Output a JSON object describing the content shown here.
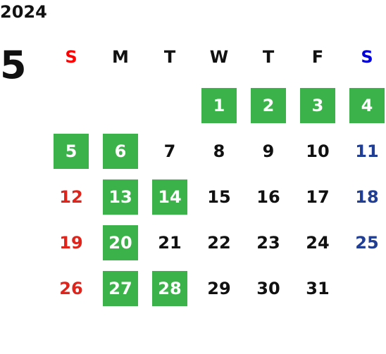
{
  "calendar": {
    "year": "2024",
    "month": "5",
    "weekdays": [
      "S",
      "M",
      "T",
      "W",
      "T",
      "F",
      "S"
    ],
    "days": [
      {
        "text": "1"
      },
      {
        "text": "2"
      },
      {
        "text": "3"
      },
      {
        "text": "4"
      },
      {
        "text": "5"
      },
      {
        "text": "6"
      },
      {
        "text": "7"
      },
      {
        "text": "8"
      },
      {
        "text": "9"
      },
      {
        "text": "10"
      },
      {
        "text": "11"
      },
      {
        "text": "12"
      },
      {
        "text": "13"
      },
      {
        "text": "14"
      },
      {
        "text": "15"
      },
      {
        "text": "16"
      },
      {
        "text": "17"
      },
      {
        "text": "18"
      },
      {
        "text": "19"
      },
      {
        "text": "20"
      },
      {
        "text": "21"
      },
      {
        "text": "22"
      },
      {
        "text": "23"
      },
      {
        "text": "24"
      },
      {
        "text": "25"
      },
      {
        "text": "26"
      },
      {
        "text": "27"
      },
      {
        "text": "28"
      },
      {
        "text": "29"
      },
      {
        "text": "30"
      },
      {
        "text": "31"
      }
    ],
    "highlighted_days": [
      1,
      2,
      3,
      4,
      5,
      6,
      13,
      14,
      20,
      27,
      28
    ],
    "colors": {
      "highlight": "#3bb24a",
      "sunday": "#e0241c",
      "saturday": "#1f3e94",
      "weekday": "#111111",
      "sunday_header": "#ff0000",
      "saturday_header": "#0000dd"
    }
  }
}
